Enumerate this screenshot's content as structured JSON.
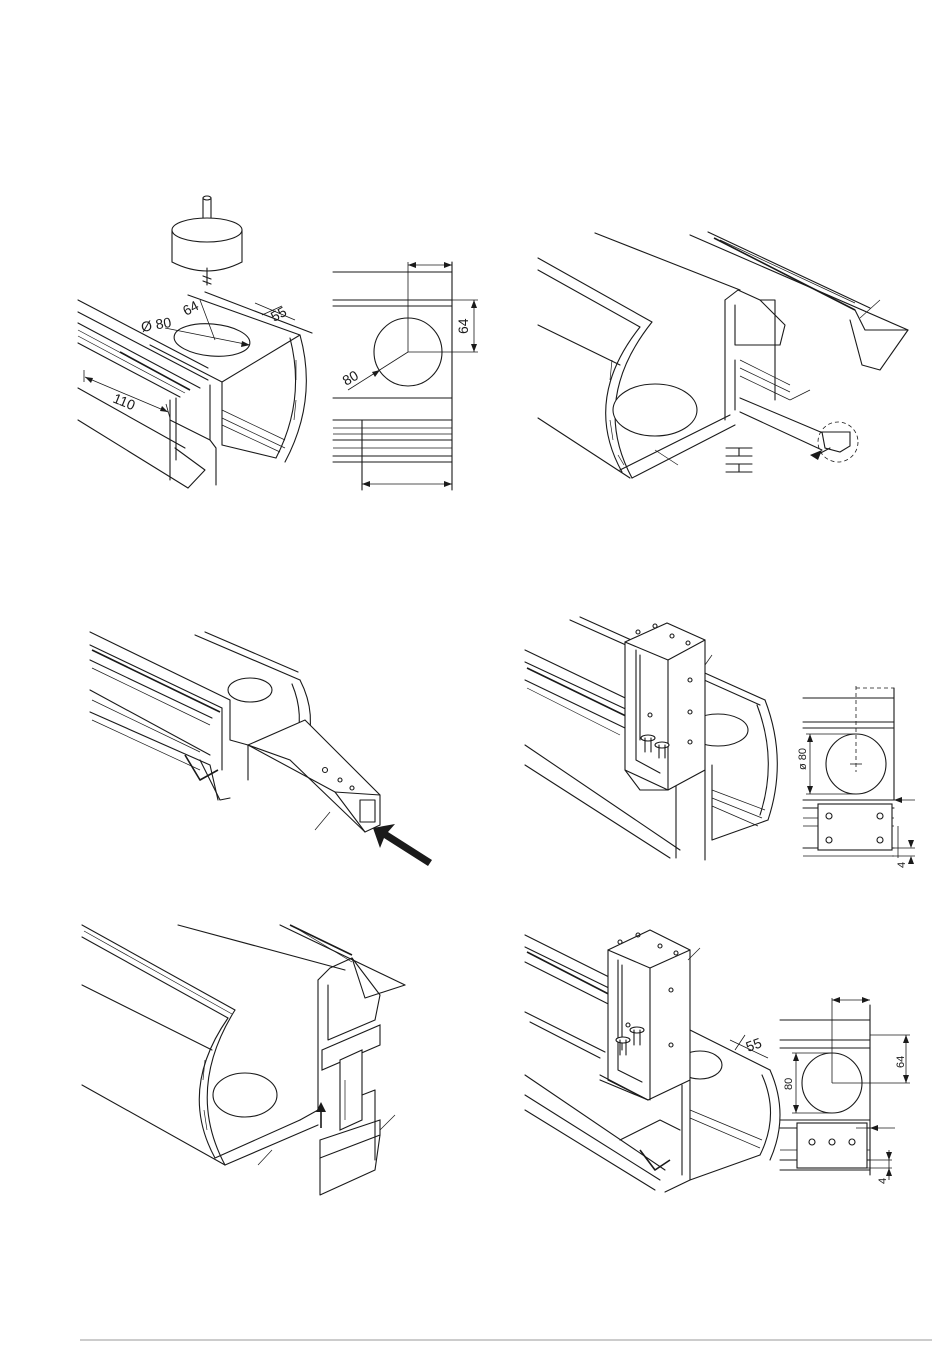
{
  "figure1": {
    "dim_cut_length": "110",
    "dim_hole_dia": "Ø 80",
    "dim_hole_pos": "64",
    "dim_edge": "55"
  },
  "figure1_detail": {
    "dim_dia": "80",
    "dim_height": "64"
  },
  "figure4_detail": {
    "dim_dia": "ø 80",
    "dim_gap": "4"
  },
  "figure6": {
    "dim_edge": "55"
  },
  "figure6_detail": {
    "dim_dia": "80",
    "dim_height": "64",
    "dim_gap": "4"
  }
}
